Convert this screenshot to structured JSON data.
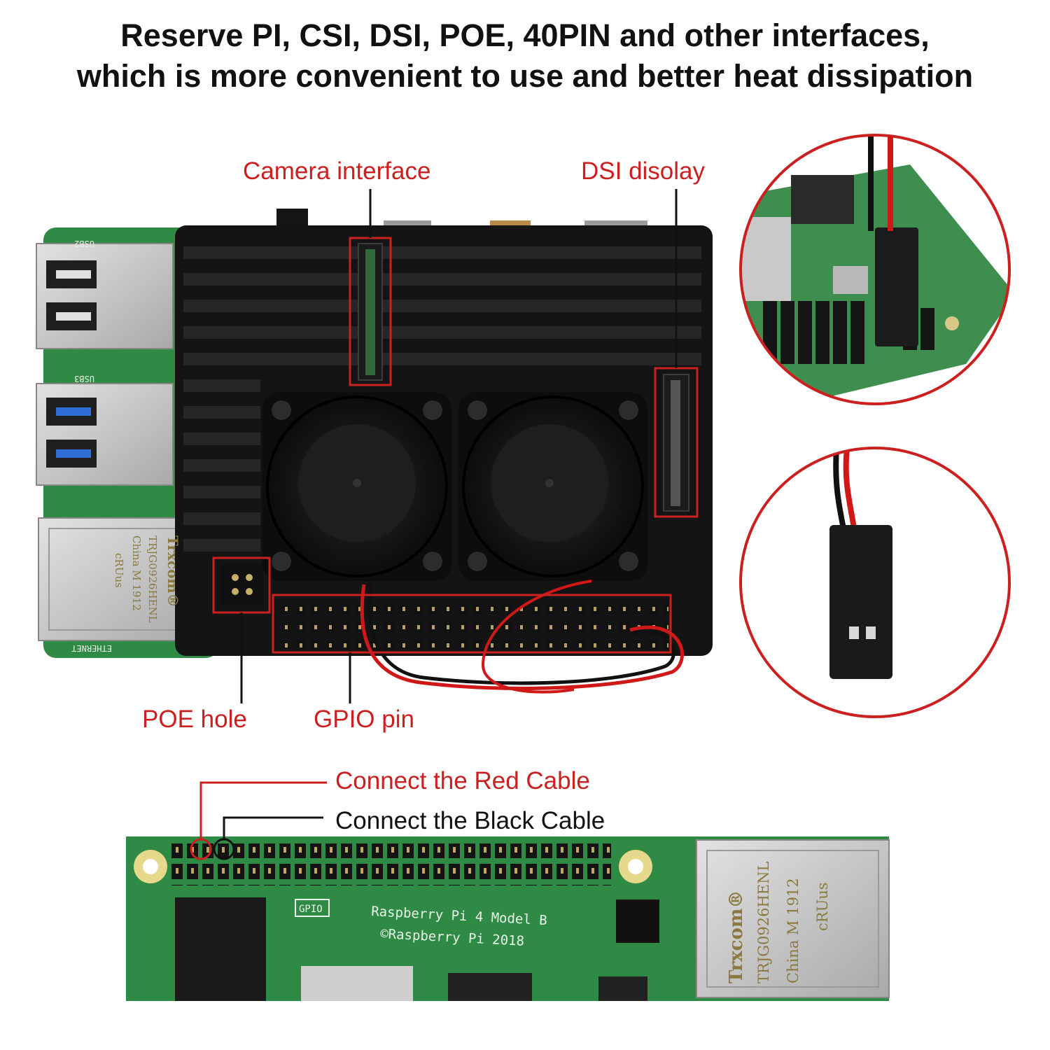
{
  "headline": {
    "line1": "Reserve PI, CSI, DSI, POE, 40PIN and other interfaces,",
    "line2": "which is more convenient to use and better heat dissipation"
  },
  "callouts": {
    "camera": "Camera interface",
    "dsi": "DSI disolay",
    "poe": "POE hole",
    "gpio": "GPIO pin",
    "red_cable": "Connect the Red Cable",
    "black_cable": "Connect the Black Cable"
  },
  "board_print": {
    "model": "Raspberry Pi 4 Model B",
    "copyright": "©Raspberry Pi 2018",
    "gpio_tag": "GPIO",
    "usb2_tag": "USB2",
    "usb3_tag": "USB3",
    "ethernet_tag": "ETHERNET"
  },
  "jack_print": {
    "brand": "Trxcom®",
    "part": "TRJG0926HENL",
    "origin": "China M 1912",
    "cert": "cRUus"
  },
  "colors": {
    "accent_red": "#cc1f1f",
    "pcb_green": "#2f8a45",
    "case_black": "#141414",
    "metal": "#c8c8c8"
  }
}
